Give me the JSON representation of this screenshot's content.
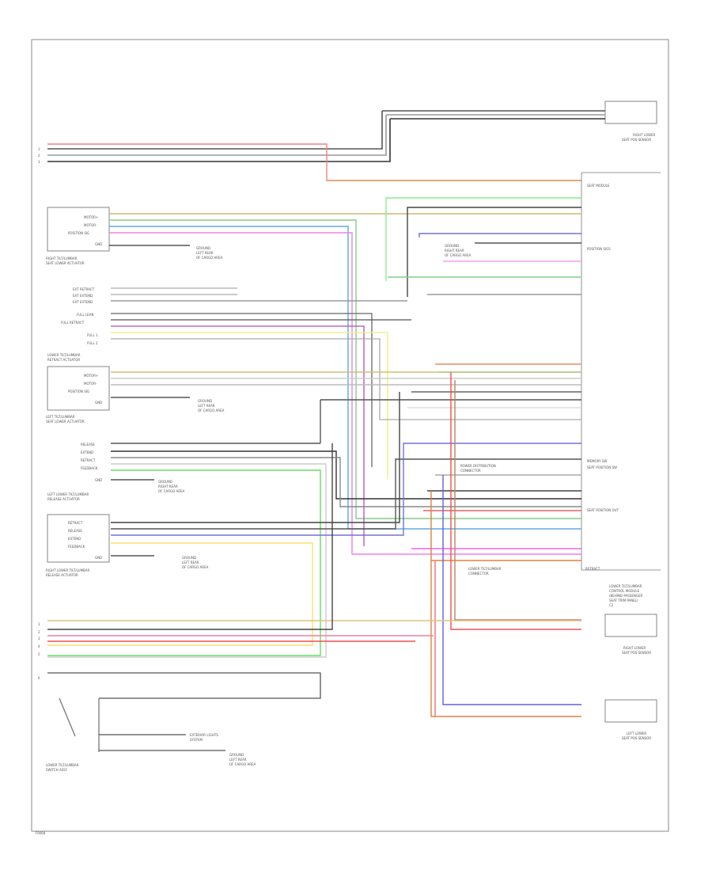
{
  "diagram": {
    "footer_code": "F0004",
    "left_connector_pins": [
      "1",
      "2",
      "3"
    ],
    "left_bottom_pins": [
      "1",
      "2",
      "3",
      "4",
      "5"
    ],
    "left_bottom_pin6": "6",
    "components": {
      "right_lower_sensor": {
        "label1": "RIGHT LOWER",
        "label2": "SEAT POS SENSOR"
      },
      "right_tilt_motor": {
        "label1": "RIGHT TILT/LUMBAR",
        "label2": "SEAT LOWER ACTUATOR",
        "pins": [
          "MOTOR+",
          "MOTOR-",
          "POSITION SIG",
          "GND"
        ]
      },
      "switch_group": {
        "pins": [
          "EXT RETRACT",
          "EXT EXTEND",
          "EXT EXTEND",
          "FULL LEAN",
          "FULL RETRACT",
          "FULL 1",
          "FULL 2"
        ],
        "label1": "LOWER TILT/LUMBAR",
        "label2": "RETRACT ACTUATOR"
      },
      "left_tilt_motor": {
        "label1": "LEFT TILT/LUMBAR",
        "label2": "SEAT LOWER ACTUATOR",
        "pins": [
          "MOTOR+",
          "MOTOR-",
          "POSITION SIG",
          "GND"
        ]
      },
      "left_lower_releaser": {
        "label1": "LEFT LOWER TILT/LUMBAR",
        "label2": "RELEASE ACTUATOR",
        "pins": [
          "RELEASE",
          "EXTEND",
          "RETRACT",
          "FEEDBACK",
          "GND"
        ]
      },
      "right_lower_releaser": {
        "label1": "RIGHT LOWER TILT/LUMBAR",
        "label2": "RELEASE ACTUATOR",
        "pins": [
          "RETRACT",
          "RELEASE",
          "EXTEND",
          "FEEDBACK",
          "GND"
        ]
      },
      "lower_switch": {
        "label1": "LOWER TILT/LUMBAR",
        "label2": "SWITCH ASSY"
      },
      "module": {
        "labels": [
          "SEAT MODULE",
          "POSITION SIGS",
          "MEMORY SW",
          "SEAT POSITION SW",
          "SEAT POSITION OUT",
          "RETRACT"
        ],
        "footer1": "LOWER TILT/LUMBAR",
        "footer2": "CONTROL MODULE",
        "footer3": "(BEHIND PASSENGER",
        "footer4": "SEAT TRIM PANEL)",
        "footer5": "C2"
      },
      "right_lower_sensor2": {
        "label1": "RIGHT LOWER",
        "label2": "SEAT POS SENSOR"
      },
      "left_lower_sensor": {
        "label1": "LEFT LOWER",
        "label2": "SEAT POS SENSOR"
      }
    },
    "ground_labels": {
      "g1": "GROUND",
      "g1b": "LEFT REAR",
      "g1c": "OF CARGO AREA",
      "g2": "GROUND",
      "g2b": "RIGHT REAR",
      "g2c": "OF CARGO AREA",
      "g3": "GROUND",
      "g3b": "LEFT REAR",
      "g3c": "OF CARGO AREA",
      "g4": "GROUND",
      "g4b": "RIGHT REAR",
      "g4c": "OF CARGO AREA",
      "g5": "GROUND",
      "g5b": "LEFT REAR",
      "g5c": "OF CARGO AREA",
      "g6": "GROUND",
      "g6b": "LEFT REAR",
      "g6c": "OF CARGO AREA"
    },
    "junction_labels": {
      "j1": "POWER DISTRIBUTION",
      "j1b": "CONNECTOR",
      "j2": "LOWER TILT/LUMBAR",
      "j2b": "CONNECTOR",
      "j3": "EXTERIOR LIGHTS",
      "j3b": "SYSTEM"
    }
  }
}
